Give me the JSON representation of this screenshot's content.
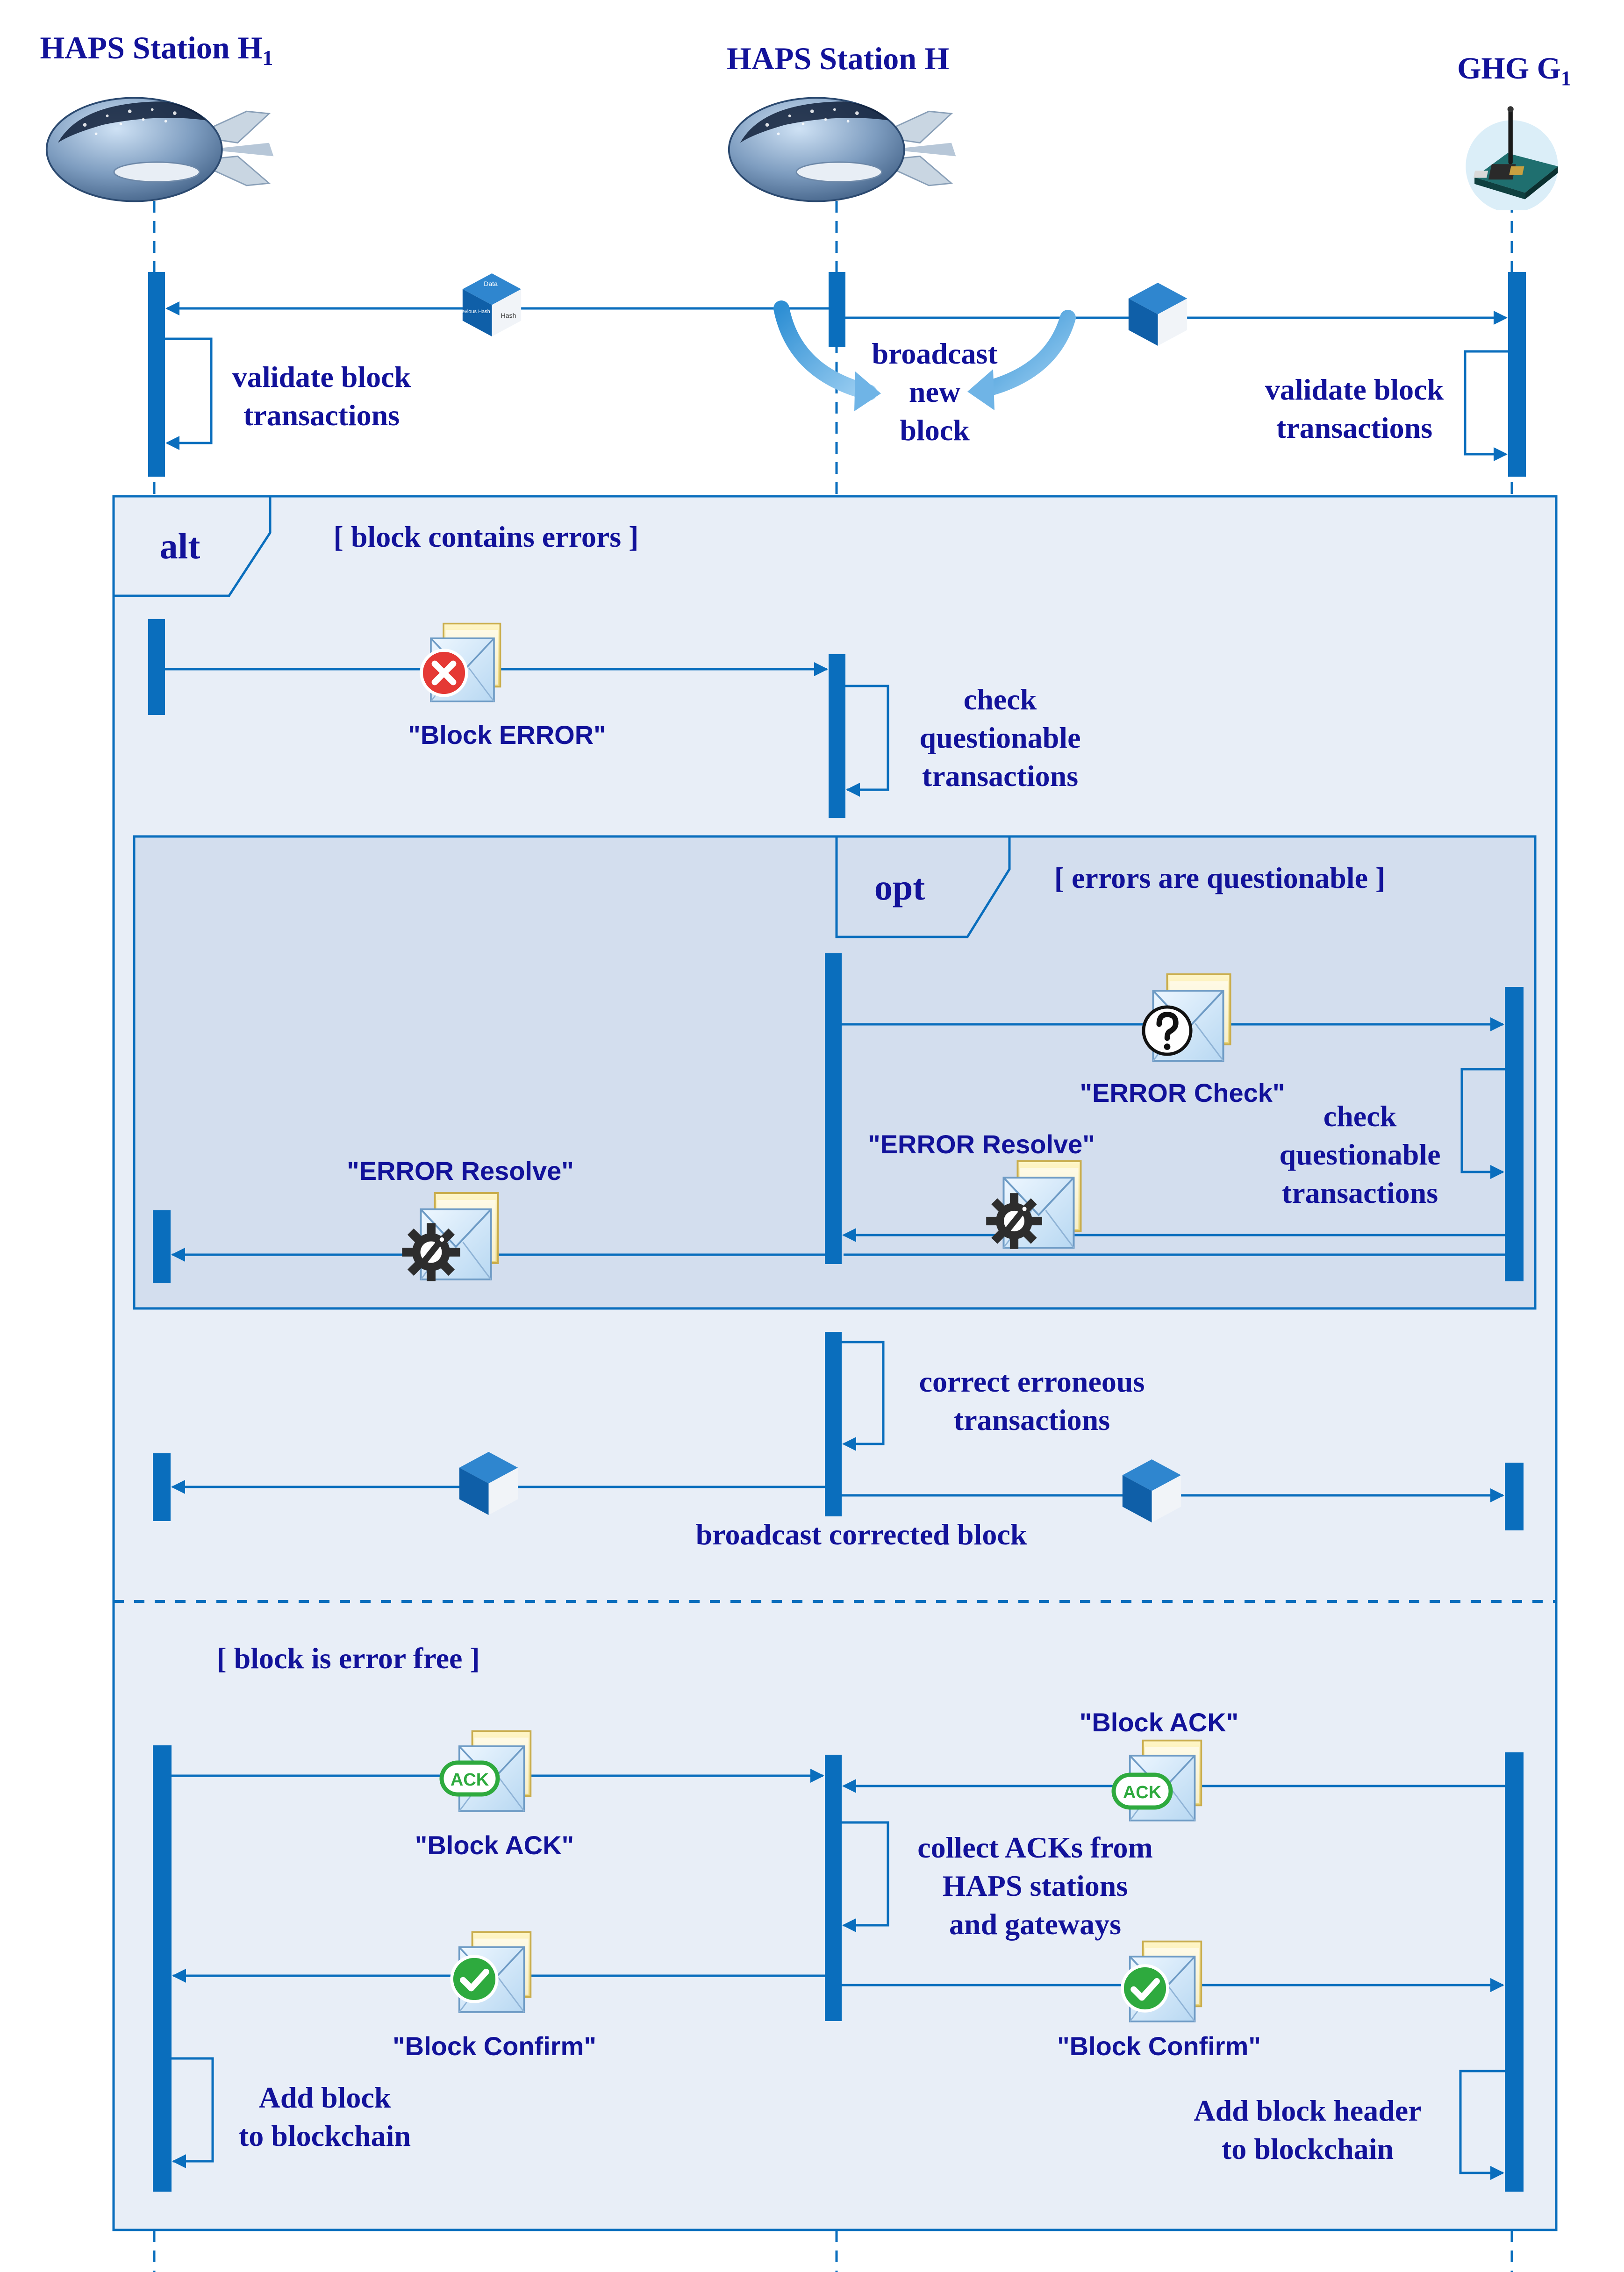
{
  "participants": {
    "h1": "HAPS Station H",
    "h1_sub": "1",
    "h": "HAPS Station H",
    "g1": "GHG G",
    "g1_sub": "1"
  },
  "notes": {
    "validate_h1": [
      "validate block",
      "transactions"
    ],
    "broadcast": [
      "broadcast",
      "new",
      "block"
    ],
    "validate_g1": [
      "validate block",
      "transactions"
    ],
    "check_h": [
      "check",
      "questionable",
      "transactions"
    ],
    "check_g1": [
      "check",
      "questionable",
      "transactions"
    ],
    "correct": [
      "correct erroneous",
      "transactions"
    ],
    "broadcast_corrected": "broadcast corrected block",
    "collect": [
      "collect ACKs from",
      "HAPS stations",
      "and gateways"
    ],
    "add_block": [
      "Add block",
      "to blockchain"
    ],
    "add_header": [
      "Add block header",
      "to blockchain"
    ]
  },
  "fragments": {
    "alt_label": "alt",
    "alt_guard": "[ block contains errors ]",
    "opt_label": "opt",
    "opt_guard": "[ errors are questionable ]",
    "else_guard": "[ block is error free ]"
  },
  "messages": {
    "block_error": "\"Block ERROR\"",
    "error_check": "\"ERROR Check\"",
    "error_resolve_left": "\"ERROR Resolve\"",
    "error_resolve_right": "\"ERROR Resolve\"",
    "block_ack_left": "\"Block ACK\"",
    "block_ack_right": "\"Block ACK\"",
    "block_confirm_left": "\"Block Confirm\"",
    "block_confirm_right": "\"Block Confirm\""
  },
  "icons": {
    "ack_text": "ACK",
    "cube_top": "Data",
    "cube_left": "Previous Hash",
    "cube_right": "Hash"
  },
  "colors": {
    "primary": "#0a6ebd",
    "text": "#12129a",
    "alt_fill": "#e8eef7",
    "opt_fill": "#d3deee"
  }
}
